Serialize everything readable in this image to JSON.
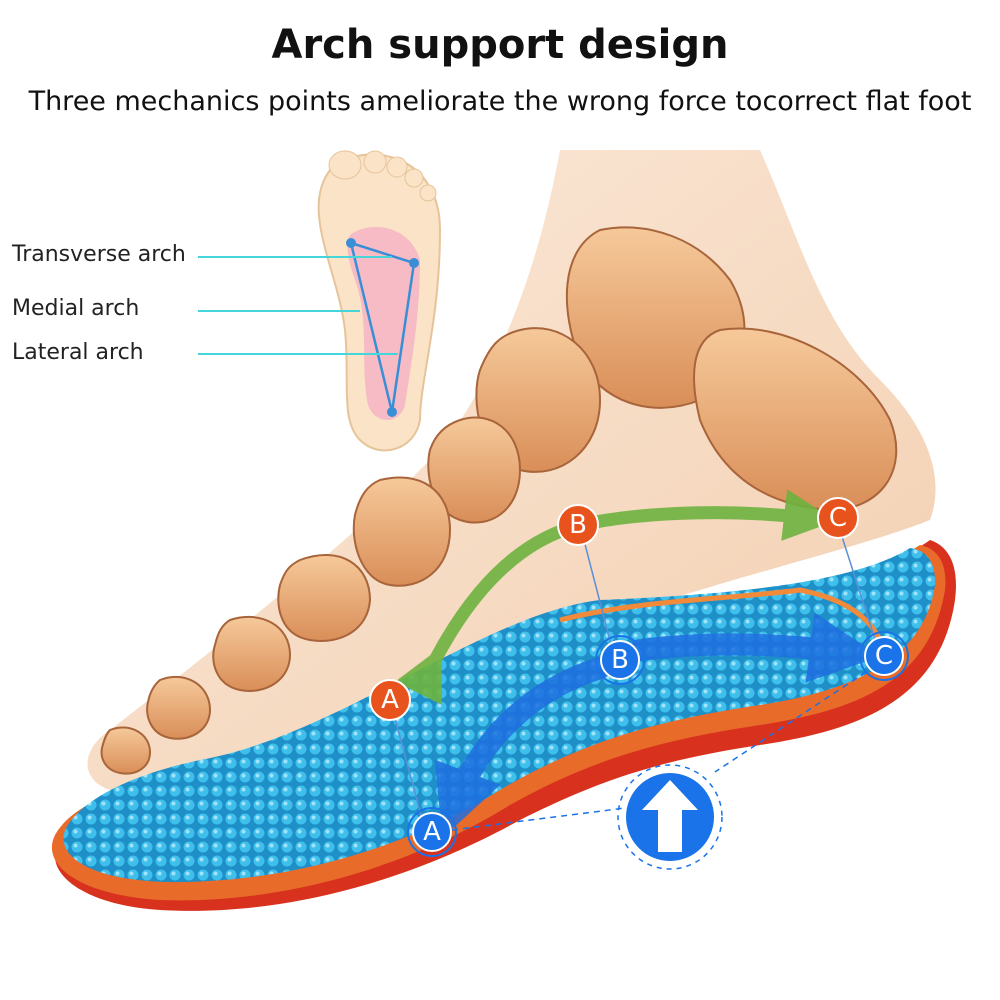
{
  "title": "Arch support design",
  "subtitle": "Three mechanics points ameliorate the wrong force tocorrect flat foot",
  "arch_labels": {
    "transverse": "Transverse arch",
    "medial": "Medial arch",
    "lateral": "Lateral arch"
  },
  "foot_points": {
    "a": "A",
    "b": "B",
    "c": "C"
  },
  "insole_points": {
    "a": "A",
    "b": "B",
    "c": "C"
  },
  "colors": {
    "foot_marker": "#e8521c",
    "insole_marker": "#1a73e8",
    "force_arrow": "#6db33f",
    "support_arrow": "#1e6fe0",
    "insole_mesh": "#29a9dd",
    "insole_base": "#d8321e",
    "leader_line": "#45d6dc"
  },
  "icons": {
    "support": "up-arrow-icon"
  }
}
